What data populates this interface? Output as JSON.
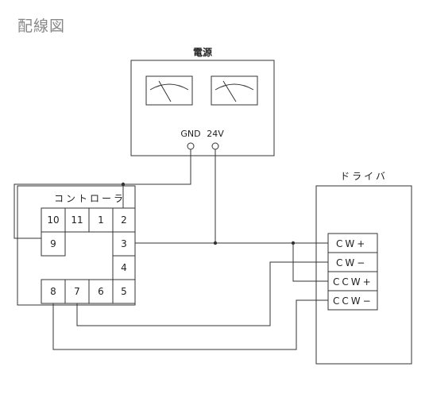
{
  "page_title": "配線図",
  "power_supply": {
    "title": "電源",
    "gnd_label": "GND",
    "v_label": "24V"
  },
  "controller": {
    "title": "コントローラ",
    "terminals": {
      "t10": "10",
      "t11": "11",
      "t1": "1",
      "t2": "2",
      "t9": "9",
      "t3": "3",
      "t4": "4",
      "t8": "8",
      "t7": "7",
      "t6": "6",
      "t5": "5"
    }
  },
  "driver": {
    "title": "ドライバ",
    "terminals": [
      "CW+",
      "CW−",
      "CCW+",
      "CCW−"
    ]
  }
}
